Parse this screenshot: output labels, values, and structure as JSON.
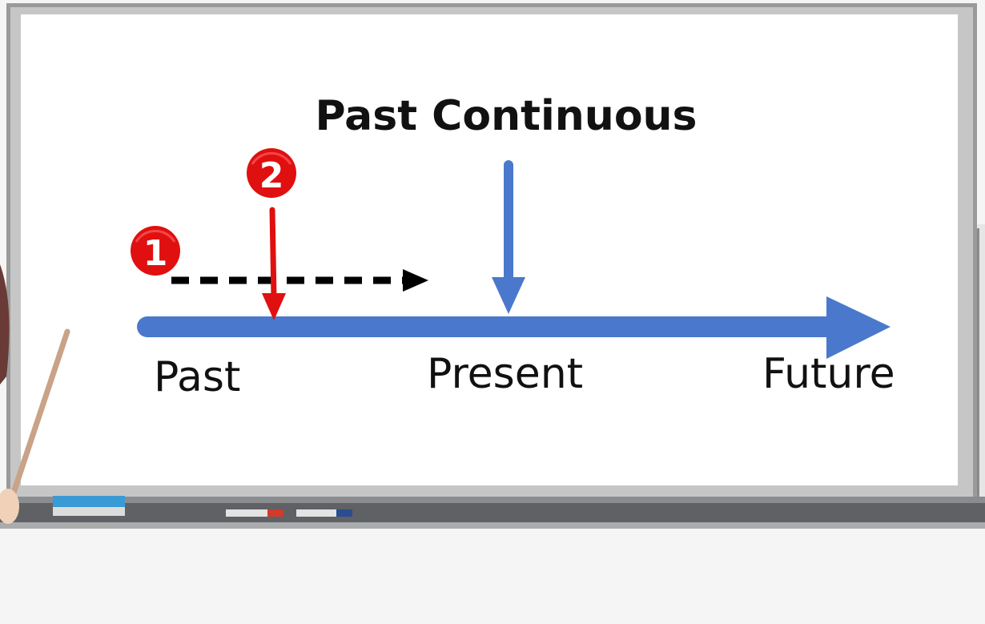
{
  "diagram": {
    "title": "Past Continuous",
    "timeline_labels": {
      "past": "Past",
      "present": "Present",
      "future": "Future"
    },
    "markers": {
      "one": "1",
      "two": "2"
    }
  },
  "colors": {
    "timeline_blue": "#4a78cc",
    "marker_red": "#e01010",
    "board_frame": "#9a9a9a",
    "board_surface": "#ffffff",
    "tray": "#5f6164"
  }
}
